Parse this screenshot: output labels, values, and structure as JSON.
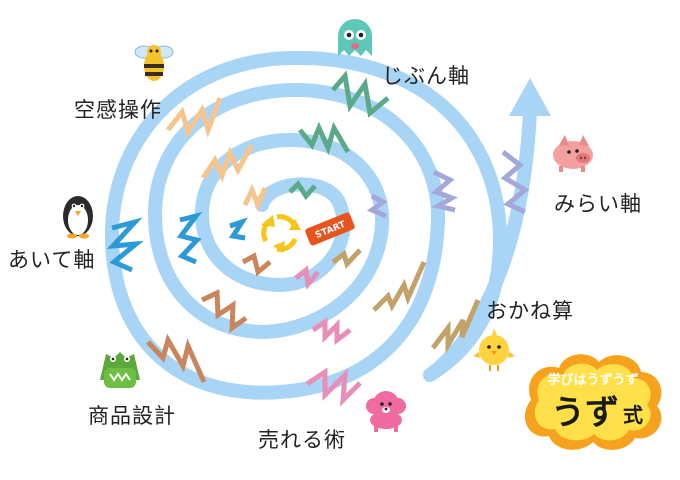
{
  "axes": {
    "jibun": "じぶん軸",
    "kuukan": "空感操作",
    "aite": "あいて軸",
    "shouhin": "商品設計",
    "ureru": "売れる術",
    "okane": "おかね算",
    "mirai": "みらい軸"
  },
  "start_label": "START",
  "logo": {
    "top": "学びはうずうず",
    "main": "うず",
    "suffix": "式"
  },
  "colors": {
    "spiral": "#a8d4f5",
    "start": "#e8531e",
    "zig_orange": "#f7c58c",
    "zig_green": "#5aaa8a",
    "zig_blue": "#2b9ad6",
    "zig_brown": "#c9855c",
    "zig_pink": "#e78fb9",
    "zig_lavender": "#a4a7da",
    "zig_gold": "#c2a269",
    "logo_orange": "#f6a21c",
    "logo_yellow": "#ffe04a"
  },
  "icons": [
    "ghost-icon",
    "bee-icon",
    "penguin-icon",
    "crocodile-icon",
    "poodle-icon",
    "chick-icon",
    "pig-icon",
    "recycle-icon"
  ]
}
